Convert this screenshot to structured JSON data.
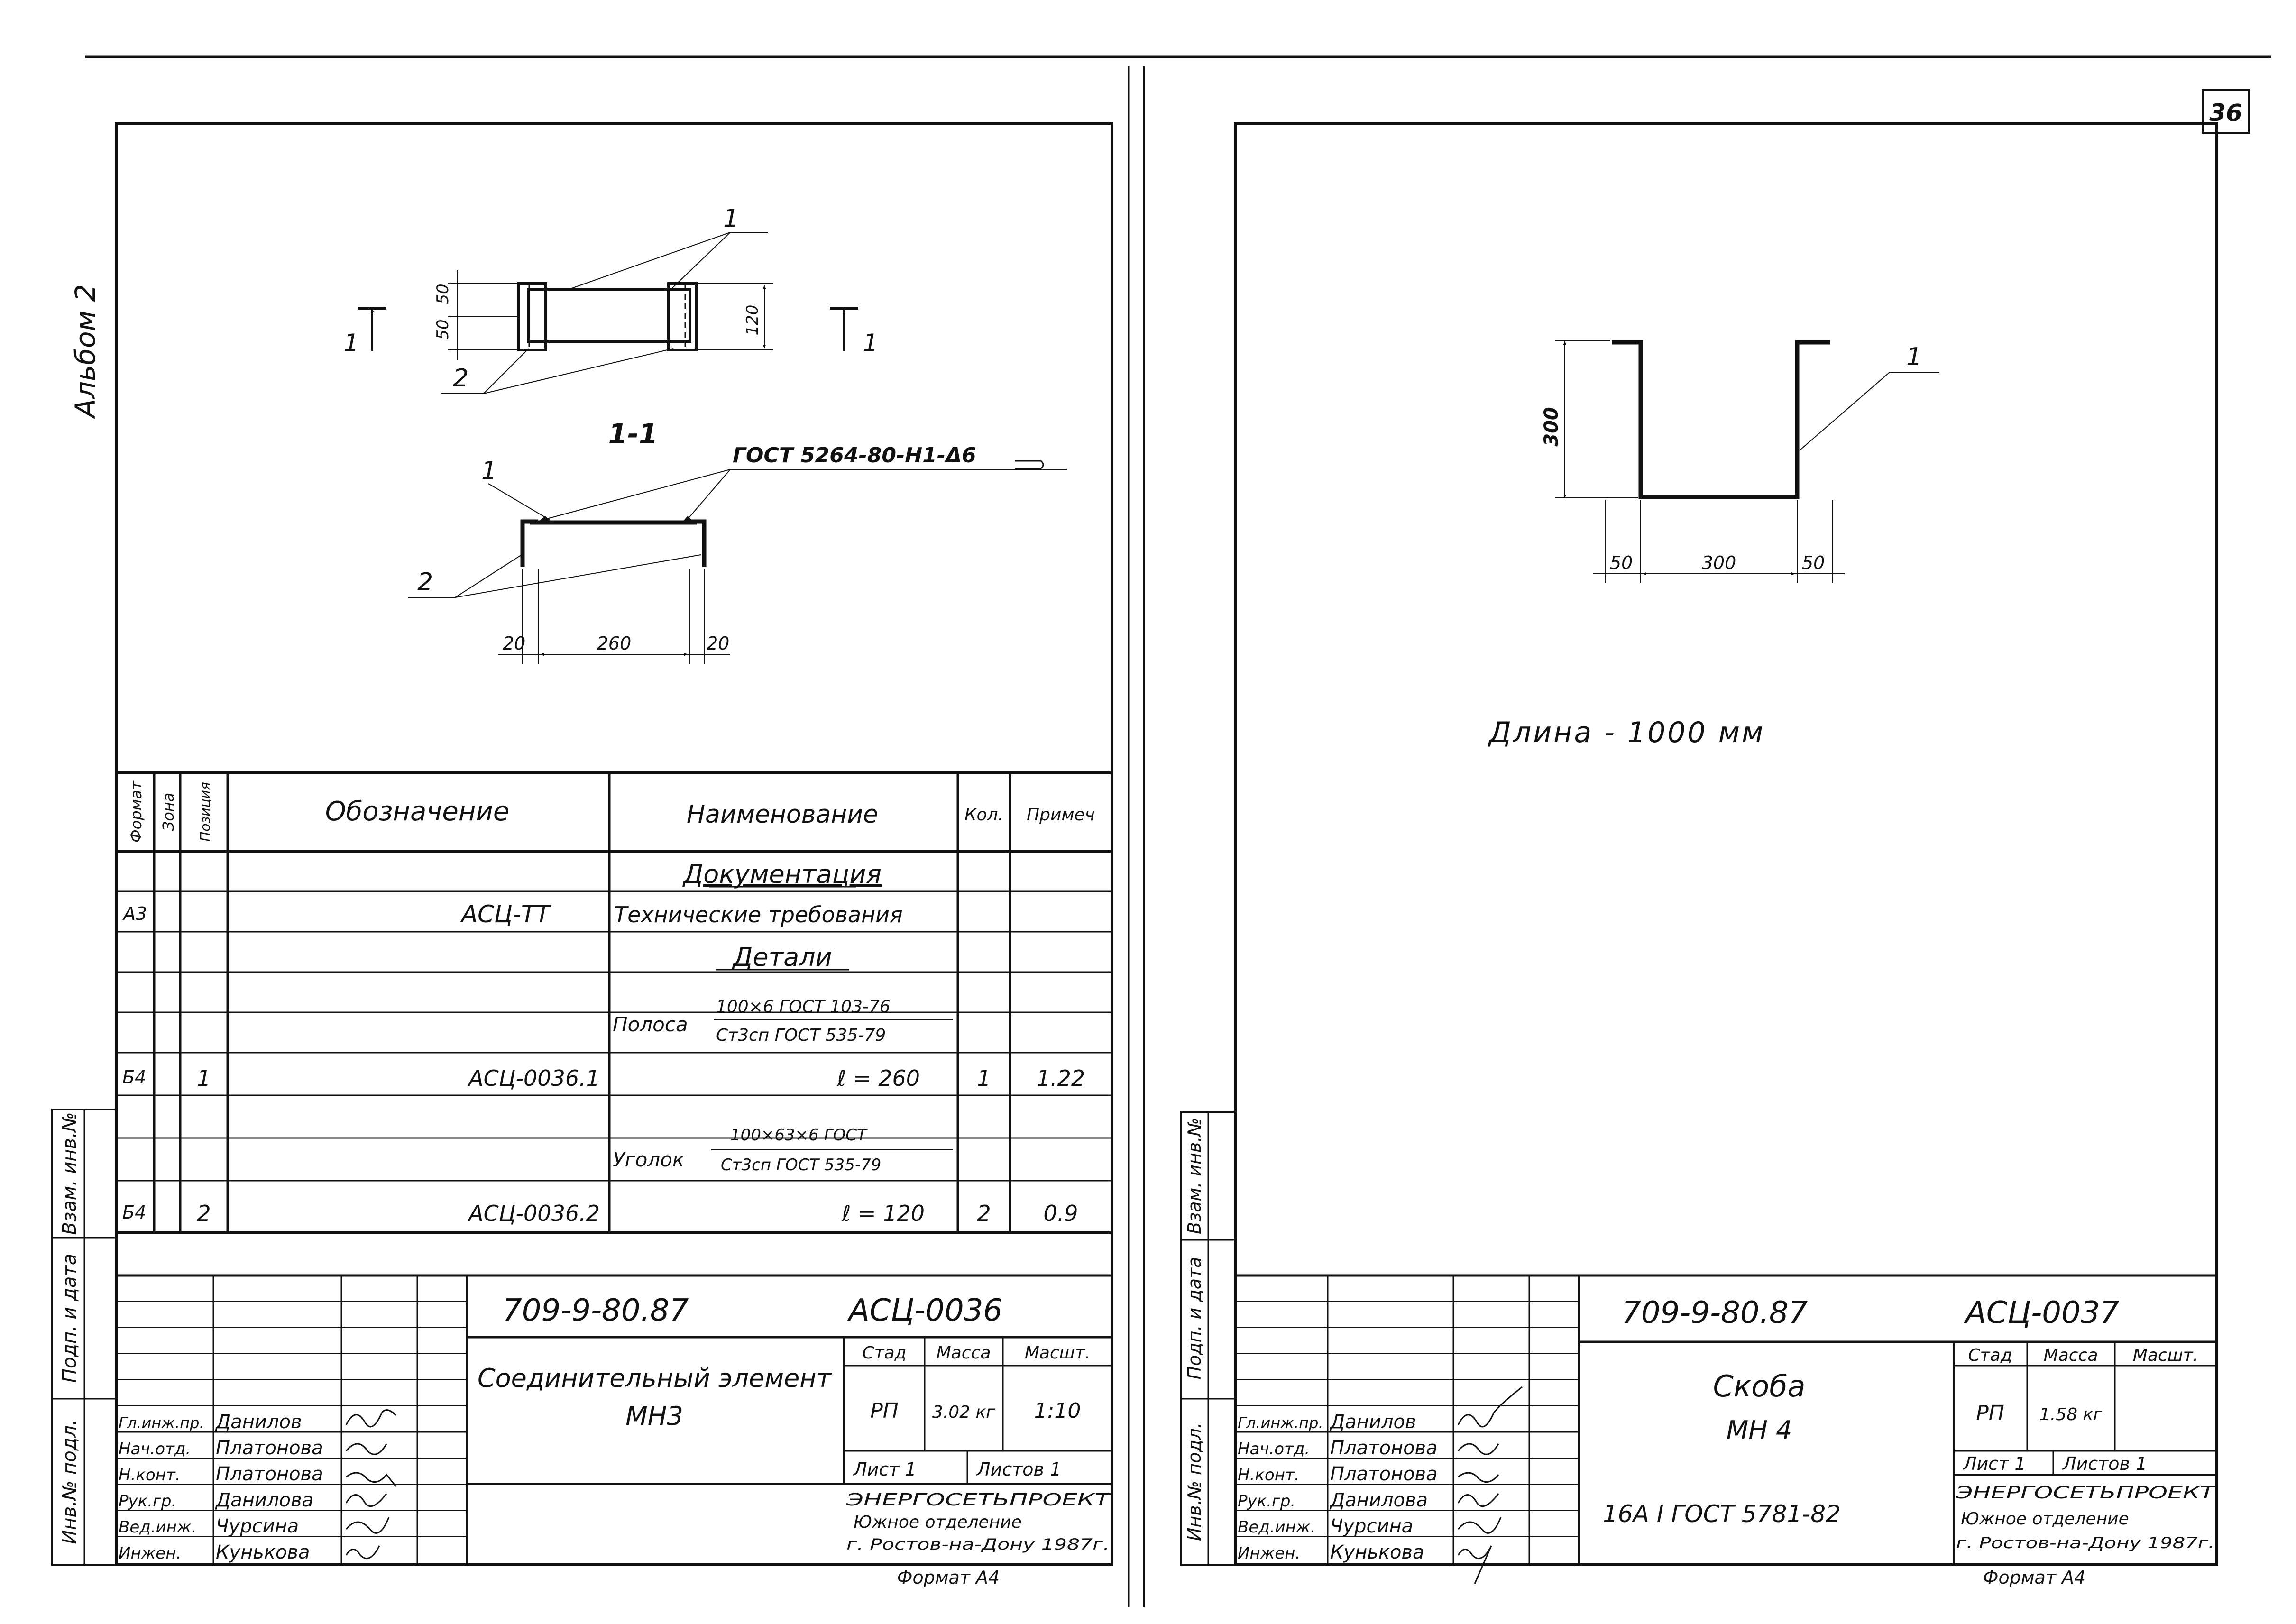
{
  "page_number": "36",
  "album_label": "Альбом 2",
  "left_sheet": {
    "drawing": {
      "pos1": "1",
      "pos2": "2",
      "dim_50a": "50",
      "dim_50b": "50",
      "dim_120": "120",
      "cut_mark": "1",
      "section_title": "1-1",
      "weld_note": "ГОСТ 5264-80-Н1-Δ6",
      "dim_20a": "20",
      "dim_260": "260",
      "dim_20b": "20"
    },
    "spec": {
      "headers": {
        "format": "Формат",
        "zone": "Зона",
        "pos": "Позиция",
        "designation": "Обозначение",
        "name": "Наименование",
        "qty": "Кол.",
        "note": "Примеч"
      },
      "section_docs": "Документация",
      "row_tt": {
        "format": "А3",
        "designation": "АСЦ-ТТ",
        "name": "Технические требования"
      },
      "section_parts": "Детали",
      "strip": {
        "label": "Полоса",
        "top": "100×6 ГОСТ 103-76",
        "bottom": "Ст3сп ГОСТ 535-79"
      },
      "row1": {
        "format": "Б4",
        "pos": "1",
        "designation": "АСЦ-0036.1",
        "name": "ℓ = 260",
        "qty": "1",
        "note": "1.22"
      },
      "angle": {
        "label": "Уголок",
        "top": "100×63×6 ГОСТ",
        "bottom": "Ст3сп ГОСТ 535-79"
      },
      "row2": {
        "format": "Б4",
        "pos": "2",
        "designation": "АСЦ-0036.2",
        "name": "ℓ = 120",
        "qty": "2",
        "note": "0.9"
      }
    },
    "title_block": {
      "project": "709-9-80.87",
      "code": "АСЦ-0036",
      "name1": "Соединительный элемент",
      "name2": "МН3",
      "stage_h": "Стад",
      "mass_h": "Масса",
      "scale_h": "Масшт.",
      "stage": "РП",
      "mass": "3.02 кг",
      "scale": "1:10",
      "sheet": "Лист 1",
      "sheets": "Листов 1",
      "org1": "ЭНЕРГОСЕТЬПРОЕКТ",
      "org2": "Южное отделение",
      "org3": "г. Ростов-на-Дону 1987г.",
      "format": "Формат А4",
      "staff": [
        {
          "role": "Гл.инж.пр.",
          "name": "Данилов"
        },
        {
          "role": "Нач.отд.",
          "name": "Платонова"
        },
        {
          "role": "Н.конт.",
          "name": "Платонова"
        },
        {
          "role": "Рук.гр.",
          "name": "Данилова"
        },
        {
          "role": "Вед.инж.",
          "name": "Чурсина"
        },
        {
          "role": "Инжен.",
          "name": "Кунькова"
        }
      ]
    },
    "side_labels": {
      "inv": "Инв.№ подл.",
      "sign": "Подп. и дата",
      "repl": "Взам. инв.№"
    }
  },
  "right_sheet": {
    "drawing": {
      "pos1": "1",
      "dim_300v": "300",
      "dim_50a": "50",
      "dim_300h": "300",
      "dim_50b": "50",
      "length_note": "Длина - 1000 мм"
    },
    "title_block": {
      "project": "709-9-80.87",
      "code": "АСЦ-0037",
      "name1": "Скоба",
      "name2": "МН 4",
      "material": "16А I ГОСТ 5781-82",
      "stage_h": "Стад",
      "mass_h": "Масса",
      "scale_h": "Масшт.",
      "stage": "РП",
      "mass": "1.58 кг",
      "sheet": "Лист 1",
      "sheets": "Листов 1",
      "org1": "ЭНЕРГОСЕТЬПРОЕКТ",
      "org2": "Южное отделение",
      "org3": "г. Ростов-на-Дону 1987г.",
      "format": "Формат А4",
      "staff": [
        {
          "role": "Гл.инж.пр.",
          "name": "Данилов"
        },
        {
          "role": "Нач.отд.",
          "name": "Платонова"
        },
        {
          "role": "Н.конт.",
          "name": "Платонова"
        },
        {
          "role": "Рук.гр.",
          "name": "Данилова"
        },
        {
          "role": "Вед.инж.",
          "name": "Чурсина"
        },
        {
          "role": "Инжен.",
          "name": "Кунькова"
        }
      ]
    },
    "side_labels": {
      "inv": "Инв.№ подл.",
      "sign": "Подп. и дата",
      "repl": "Взам. инв.№"
    }
  }
}
